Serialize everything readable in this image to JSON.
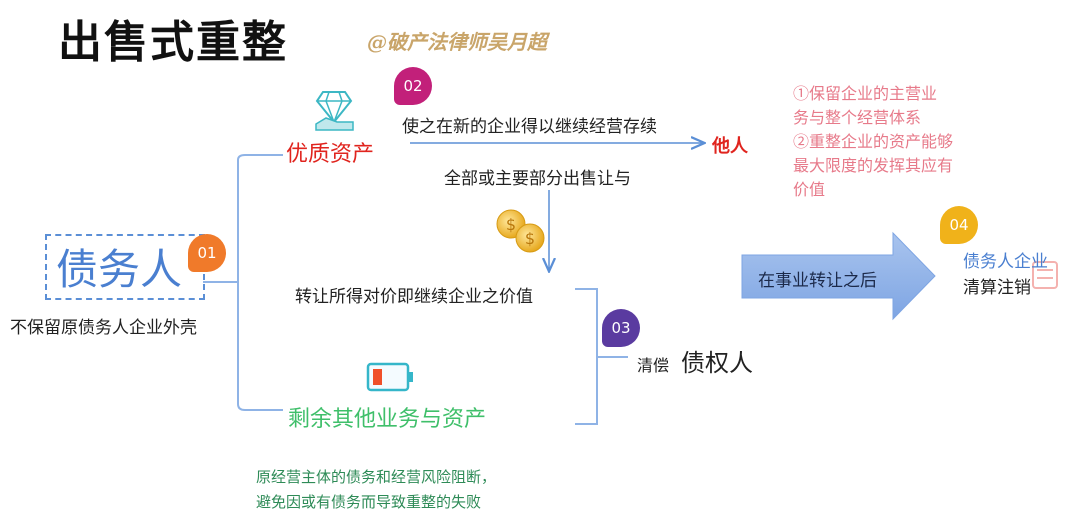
{
  "title": "出售式重整",
  "watermark": "@破产法律师吴月超",
  "nodes": {
    "debtor": "债务人",
    "shell_note": "不保留原债务人企业外壳",
    "quality_assets": "优质资产",
    "continue_text": "使之在新的企业得以继续经营存续",
    "other_party": "他人",
    "sell_text": "全部或主要部分出售让与",
    "value_text": "转让所得对价即继续企业之价值",
    "repay": "清偿",
    "creditor": "债权人",
    "remaining_assets": "剩余其他业务与资产",
    "after_transfer": "在事业转让之后",
    "liquidation_line1": "债务人企业",
    "liquidation_line2": "清算注销"
  },
  "badges": {
    "b1": "01",
    "b2": "02",
    "b3": "03",
    "b4": "04"
  },
  "notes": {
    "pink": [
      "①保留企业的主营业",
      "务与整个经营体系",
      "②重整企业的资产能够",
      "最大限度的发挥其应有",
      "价值"
    ],
    "green": [
      "原经营主体的债务和经营风险阻断，",
      "避免因或有债务而导致重整的失败"
    ]
  },
  "icons": {
    "diamond": "diamond-icon",
    "coins": "coins-icon",
    "battery": "battery-icon"
  },
  "colors": {
    "accent_blue": "#4a7fd0",
    "red": "#e0241e",
    "green": "#3fbf6a",
    "pink": "#e77a8a"
  }
}
